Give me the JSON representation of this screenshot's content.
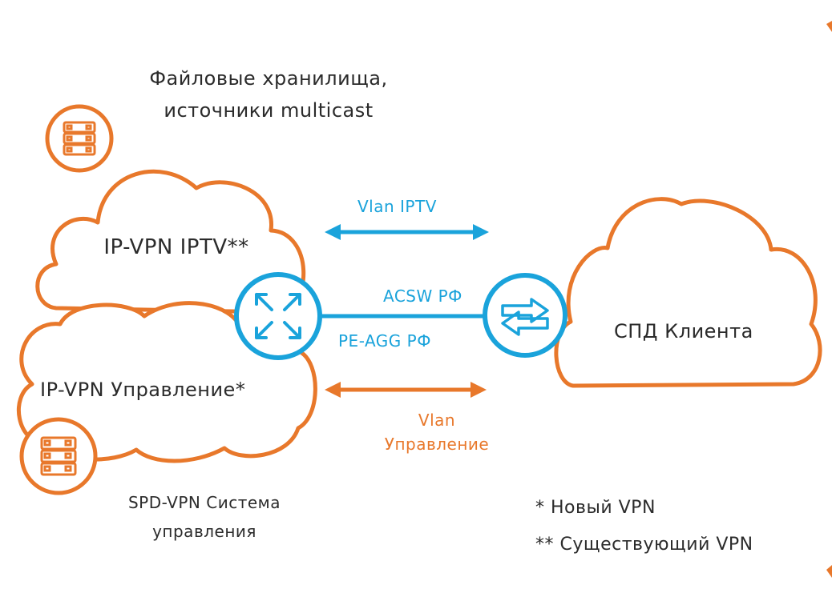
{
  "storage_label_line1": "Файловые хранилища,",
  "storage_label_line2": "источники multicast",
  "cloud_iptv_label": "IP-VPN IPTV**",
  "cloud_mgmt_label": "IP-VPN Управление*",
  "cloud_client_label": "СПД Клиента",
  "vlan_iptv_label": "Vlan IPTV",
  "acsw_label": "ACSW РФ",
  "pe_agg_label": "PE-AGG РФ",
  "vlan_mgmt_line1": "Vlan",
  "vlan_mgmt_line2": "Управление",
  "spd_vpn_line1": "SPD-VPN Система",
  "spd_vpn_line2": "управления",
  "legend_new": "* Новый VPN",
  "legend_existing": "** Существующий VPN",
  "colors": {
    "orange": "#e8782b",
    "blue": "#1aa3db",
    "text": "#2b2b2b"
  },
  "icons": {
    "storage_top": "server-rack-icon",
    "storage_bottom": "server-rack-icon",
    "router": "router-arrows-icon",
    "switch": "switch-arrows-icon"
  }
}
